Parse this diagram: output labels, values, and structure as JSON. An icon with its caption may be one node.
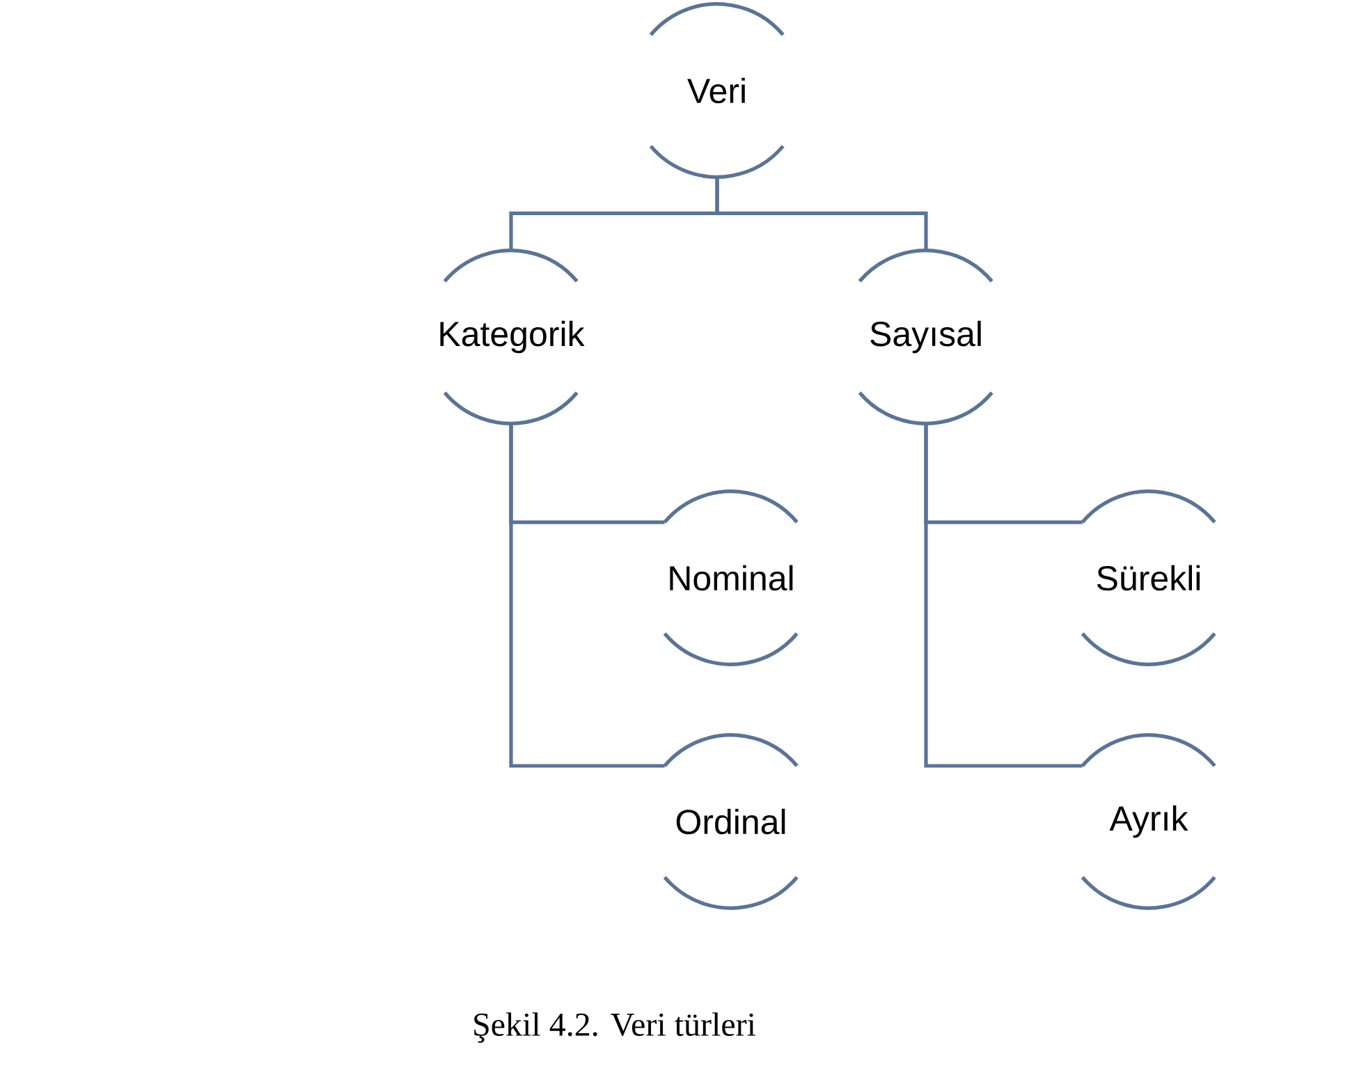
{
  "diagram": {
    "caption": "Şekil 4.2. Veri türleri",
    "nodes": [
      {
        "text": [
          "Veri"
        ]
      },
      {
        "text": [
          "Kategorik"
        ]
      },
      {
        "text": [
          "Sayısal"
        ]
      },
      {
        "text": [
          "Nominal"
        ]
      },
      {
        "text": [
          "Ordinal"
        ]
      },
      {
        "text": [
          "Sürekli"
        ]
      },
      {
        "text": [
          "Ayrık"
        ]
      }
    ],
    "edges": [
      {
        "from": 0,
        "to": 1,
        "arrow": "none"
      },
      {
        "from": 0,
        "to": 2,
        "arrow": "none"
      },
      {
        "from": 1,
        "to": 3,
        "arrow": "none"
      },
      {
        "from": 1,
        "to": 4,
        "arrow": "none"
      },
      {
        "from": 2,
        "to": 5,
        "arrow": "none"
      },
      {
        "from": 2,
        "to": 6,
        "arrow": "none"
      }
    ]
  }
}
